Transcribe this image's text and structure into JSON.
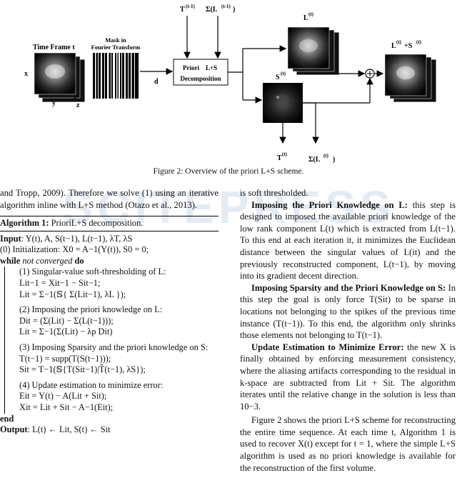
{
  "figure": {
    "labels": {
      "time_frame": "Time Frame t",
      "mask": "Mask in",
      "mask2": "Fourier Transform",
      "x": "x",
      "y": "y",
      "z": "z",
      "d": "d",
      "priori": "Priori",
      "ls": "L+S",
      "decomposition": "Decomposition",
      "t_in": "T",
      "t_in_sup": "(t-1)",
      "sigma_in": "Σ(L",
      "sigma_in_sup": "(t-1)",
      "sigma_in_close": ")",
      "L": "L",
      "L_sup": "(t)",
      "S": "S",
      "S_sup": "(t)",
      "out": "L",
      "out_sup1": "(t)",
      "out_mid": "+S",
      "out_sup2": "(t)",
      "t_out": "T",
      "t_out_sup": "(t)",
      "sigma_out": "Σ(L",
      "sigma_out_sup": "(t)",
      "sigma_out_close": ")"
    },
    "caption": "Figure 2: Overview of the priori L+S scheme."
  },
  "left_text": "and Tropp, 2009). Therefore we solve (1) using an iterative algorithm inline with L+S method (Otazo et al., 2013).",
  "algorithm": {
    "title_bold": "Algorithm 1:",
    "title": " PrioriL+S decomposition.",
    "input_kw": "Input",
    "input": ": Y(t), A, S(t−1), L(t−1), λT, λS",
    "init": "(0) Initialization: X0 = A−1(Y(t)), S0 = 0;",
    "while_kw": "while",
    "while_cond": " not converged ",
    "do_kw": "do",
    "step1": "(1) Singular-value soft-thresholding of L:",
    "step1a": "Lit−1 = Xit−1 − Sit−1;",
    "step1b": "Lit = Σ−1(𝕊{ Σ(Lit−1), λL });",
    "step2": "(2) Imposing the priori knowledge on L:",
    "step2a": "Dit = (Σ(Lit) − Σ(L(t−1)));",
    "step2b": "Lit = Σ−1(Σ(Lit) − λp Dit)",
    "step3": "(3) Imposing Sparsity and the priori knowledge on S:",
    "step3a": "T(t−1) = supp(T(S(t−1)));",
    "step3b": "Sit = T−1(𝕊{T(Sit−1)|T̂(t−1), λS});",
    "step4": "(4) Update estimation to minimize error:",
    "step4a": "Eit = Y(t) − A(Lit + Sit);",
    "step4b": "Xit = Lit + Sit − A−1(Eit);",
    "end_kw": "end",
    "output_kw": "Output",
    "output": ": L(t) ← Lit, S(t) ← Sit"
  },
  "right": {
    "p0": "is soft thresholded.",
    "h1": "Imposing the Priori Knowledge on L:",
    "p1": " this step is designed to imposed the available priori knowledge of the low rank component L(t) which is extracted from L(t−1). To this end at each iteration it, it minimizes the Euclidean distance between the singular values of L(it) and the previously reconstructed component, L(t−1), by moving into its gradient decent direction.",
    "h2": "Imposing Sparsity and the Priori Knowledge on S:",
    "p2": " In this step the goal is only force T(Sit) to be sparse in locations not belonging to the spikes of the previous time instance (T(t−1)). To this end, the algorithm only shrinks those elements not belonging to T(t−1).",
    "h3": "Update Estimation to Minimize Error:",
    "p3": " the new X is finally obtained by enforcing measurement consistency, where the aliasing artifacts corresponding to the residual in k-space are subtracted from Lit + Sit. The algorithm iterates until the relative change in the solution is less than 10−3.",
    "p4": "Figure 2 shows the priori L+S scheme for reconstructing the entire time sequence. At each time t, Algorithm 1 is used to recover X(t) except for t = 1, where the simple L+S algorithm is used as no priori knowledge is available for the reconstruction of the first volume."
  }
}
